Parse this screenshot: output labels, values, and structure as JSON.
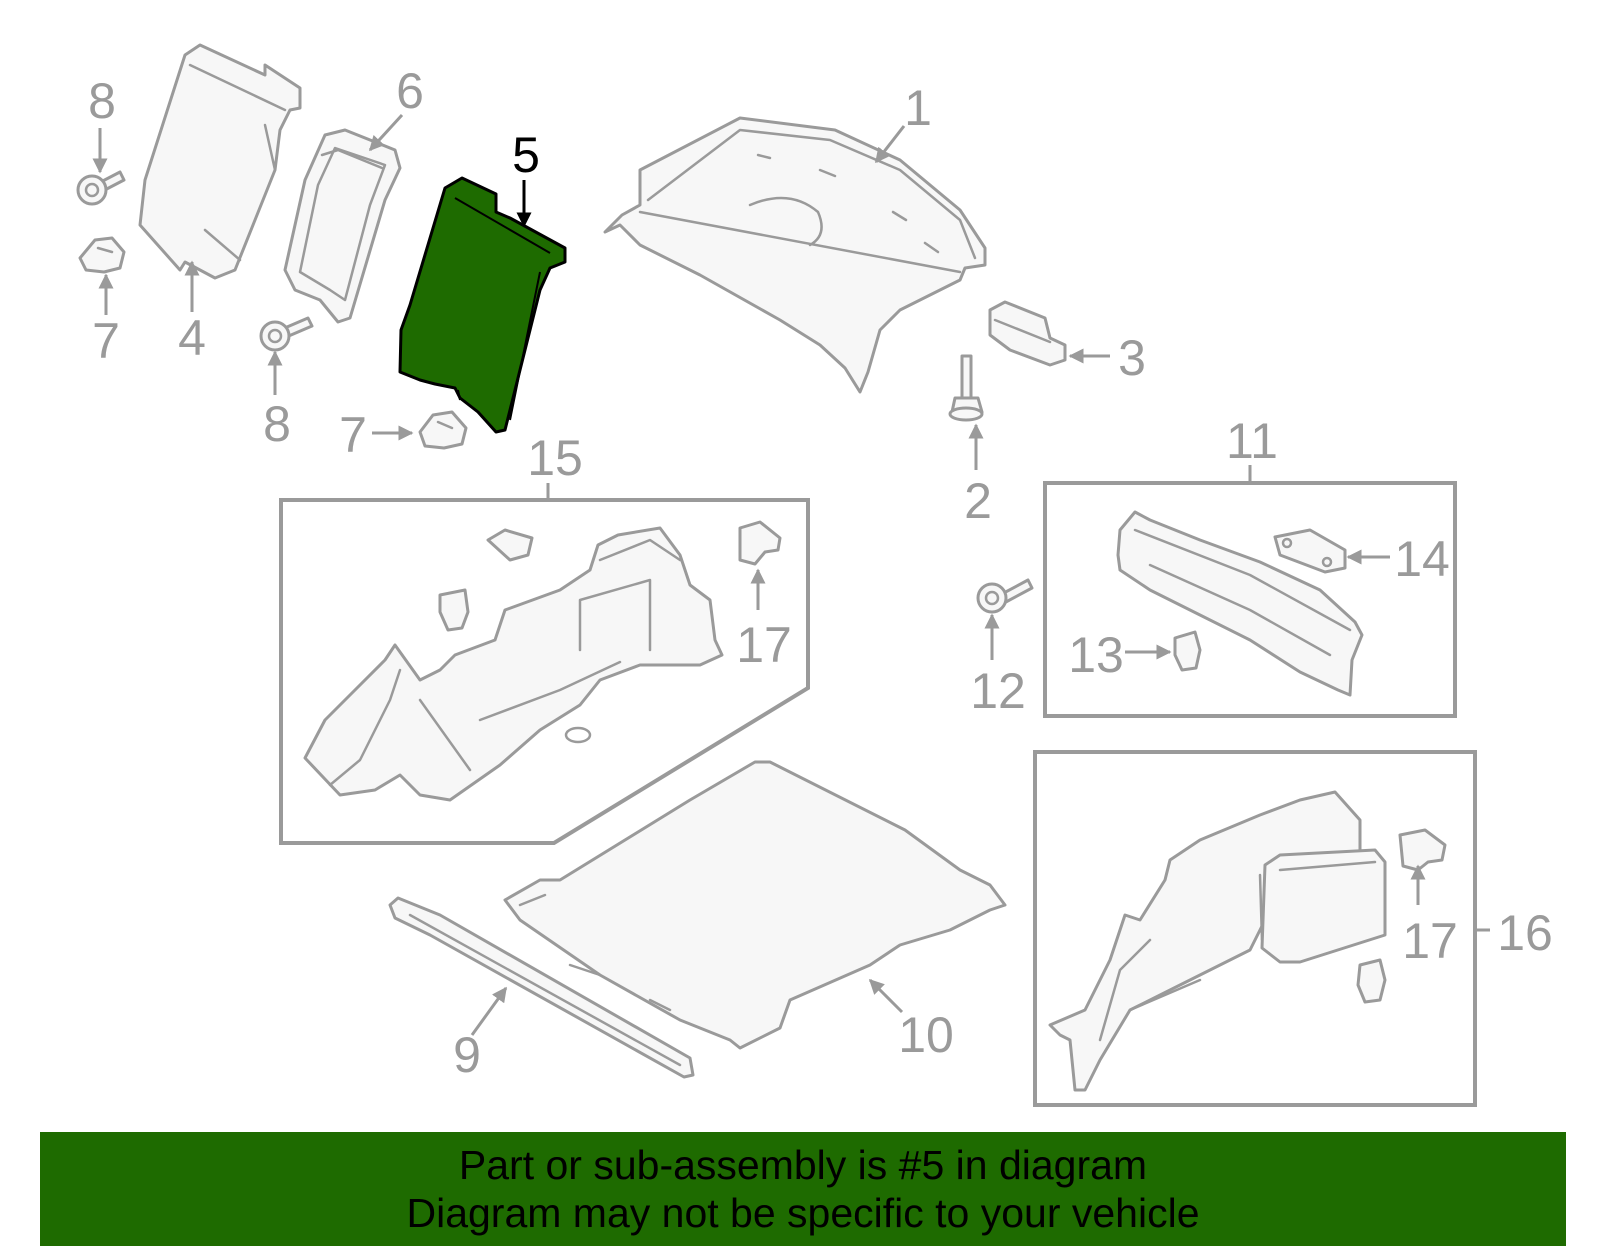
{
  "diagram": {
    "highlight_part": "5",
    "colors": {
      "outline": "#9a9a9a",
      "part_fill": "#f7f7f7",
      "highlight_fill": "#1e6b00",
      "banner": "#1e6b00",
      "text_dark": "#000000"
    },
    "callouts": {
      "c1": "1",
      "c2": "2",
      "c3": "3",
      "c4": "4",
      "c5": "5",
      "c6": "6",
      "c7a": "7",
      "c7b": "7",
      "c8a": "8",
      "c8b": "8",
      "c9": "9",
      "c10": "10",
      "c11": "11",
      "c12": "12",
      "c13": "13",
      "c14": "14",
      "c15": "15",
      "c16": "16",
      "c17a": "17",
      "c17b": "17"
    }
  },
  "footer": {
    "line1": "Part or sub-assembly is #5 in diagram",
    "line2": "Diagram may not be specific to your vehicle"
  }
}
